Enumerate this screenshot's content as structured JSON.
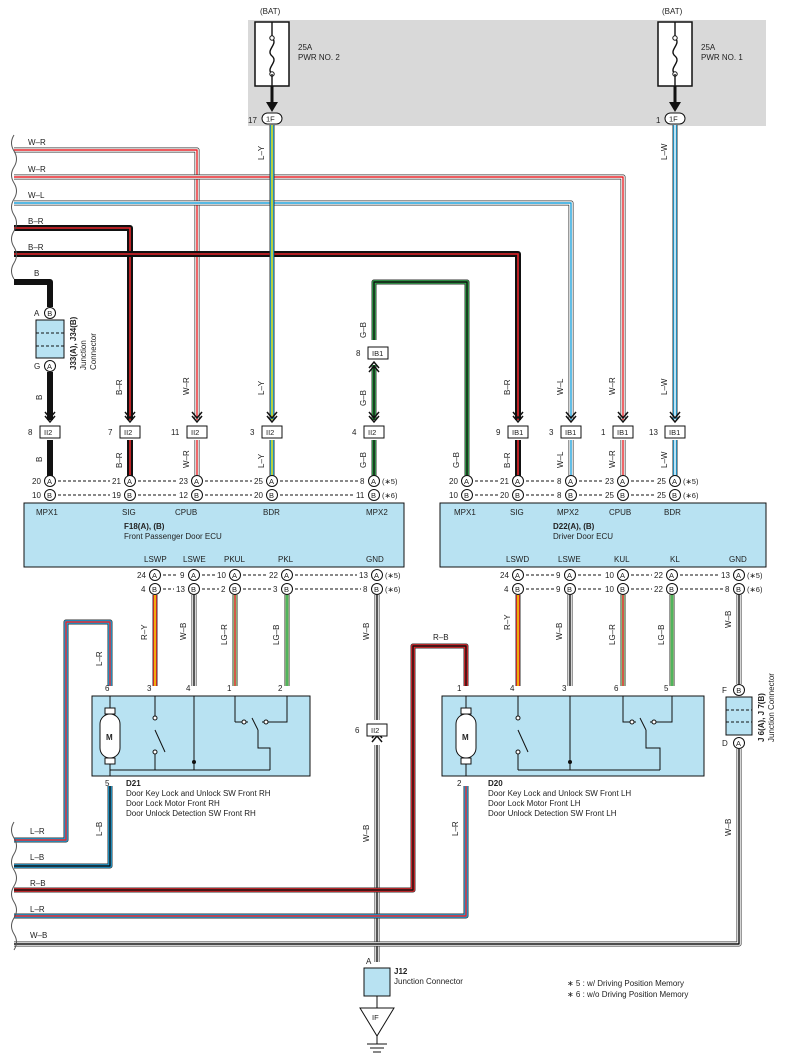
{
  "colors": {
    "panel": "#b8e2f2",
    "fuse_area": "#d9d9d9",
    "red": "#e8262b",
    "blue": "#1fa2dc",
    "yellow": "#f5e600",
    "green": "#2fa84a",
    "black": "#111111",
    "white_wire": "#ffffff"
  },
  "fuses": [
    {
      "id": "fuse-pwr2",
      "bat": "(BAT)",
      "amp": "25A",
      "name": "PWR NO. 2",
      "pin": "17",
      "conn": "1F"
    },
    {
      "id": "fuse-pwr1",
      "bat": "(BAT)",
      "amp": "25A",
      "name": "PWR NO. 1",
      "pin": "1",
      "conn": "1F"
    }
  ],
  "left_wires": [
    {
      "label": "W–R"
    },
    {
      "label": "W–R"
    },
    {
      "label": "W–L"
    },
    {
      "label": "B–R"
    },
    {
      "label": "B–R"
    },
    {
      "label": "B"
    }
  ],
  "junction_j33": {
    "title": "J33(A), J34(B)",
    "sub1": "Junction",
    "sub2": "Connector",
    "top_pin": "A",
    "top_conn": "B",
    "bot_pin": "G",
    "bot_conn": "A"
  },
  "ecu_left": {
    "title": "F18(A), (B)",
    "name": "Front Passenger Door ECU",
    "top_terms": [
      "MPX1",
      "SIG",
      "CPUB",
      "BDR",
      "MPX2"
    ],
    "bottom_terms": [
      "LSWP",
      "LSWE",
      "PKUL",
      "PKL",
      "GND"
    ]
  },
  "ecu_right": {
    "title": "D22(A), (B)",
    "name": "Driver Door ECU",
    "top_terms": [
      "MPX1",
      "SIG",
      "MPX2",
      "CPUB",
      "BDR"
    ],
    "bottom_terms": [
      "LSWD",
      "LSWE",
      "KUL",
      "KL",
      "GND"
    ]
  },
  "ii2_connectors": [
    {
      "pin": "8",
      "conn": "II2"
    },
    {
      "pin": "7",
      "conn": "II2"
    },
    {
      "pin": "11",
      "conn": "II2"
    },
    {
      "pin": "3",
      "conn": "II2"
    },
    {
      "pin": "4",
      "conn": "II2"
    }
  ],
  "ib1_connectors": [
    {
      "pin": "8",
      "conn": "IB1"
    },
    {
      "pin": "9",
      "conn": "IB1"
    },
    {
      "pin": "3",
      "conn": "IB1"
    },
    {
      "pin": "1",
      "conn": "IB1"
    },
    {
      "pin": "13",
      "conn": "IB1"
    }
  ],
  "wire_labels": {
    "ly": "L–Y",
    "lw": "L–W",
    "gb": "G–B",
    "br": "B–R",
    "wr": "W–R",
    "wl": "W–L",
    "b": "B",
    "ry": "R–Y",
    "wb": "W–B",
    "lgr": "LG–R",
    "lgb": "LG–B",
    "lr": "L–R",
    "lb": "L–B",
    "rb": "R–B"
  },
  "ecu_left_top_pins": [
    {
      "a": "20",
      "b": "21",
      "c": "23",
      "d": "25",
      "e": "8",
      "conn": "A",
      "mark": "(∗5)"
    },
    {
      "a": "10",
      "b": "19",
      "c": "12",
      "d": "20",
      "e": "11",
      "conn": "B",
      "mark": "(∗6)"
    }
  ],
  "ecu_right_top_pins": [
    {
      "a": "20",
      "b": "21",
      "c": "8",
      "d": "23",
      "e": "25",
      "conn": "A",
      "mark": "(∗5)"
    },
    {
      "a": "10",
      "b": "20",
      "c": "8",
      "d": "25",
      "e": "25",
      "conn": "B",
      "mark": "(∗6)"
    }
  ],
  "ecu_left_bot_pins": [
    {
      "a": "24",
      "b": "9",
      "c": "10",
      "d": "22",
      "e": "13",
      "conn": "A",
      "mark": "(∗5)"
    },
    {
      "a": "4",
      "b": "13",
      "c": "2",
      "d": "3",
      "e": "8",
      "conn": "B",
      "mark": "(∗6)"
    }
  ],
  "ecu_right_bot_pins": [
    {
      "a": "24",
      "b": "9",
      "c": "10",
      "d": "22",
      "e": "13",
      "conn": "A",
      "mark": "(∗5)"
    },
    {
      "a": "4",
      "b": "9",
      "c": "10",
      "d": "22",
      "e": "8",
      "conn": "B",
      "mark": "(∗6)"
    }
  ],
  "d21": {
    "code": "D21",
    "line1": "Door Key Lock and Unlock SW Front RH",
    "line2": "Door Lock Motor Front RH",
    "line3": "Door Unlock Detection SW Front RH",
    "pins": [
      "6",
      "3",
      "4",
      "1",
      "2",
      "5"
    ]
  },
  "d20": {
    "code": "D20",
    "line1": "Door Key Lock and Unlock SW Front LH",
    "line2": "Door Lock Motor Front LH",
    "line3": "Door Unlock Detection SW Front LH",
    "pins": [
      "1",
      "4",
      "3",
      "6",
      "5",
      "2"
    ]
  },
  "motor_label": "M",
  "ib1_mid": {
    "pin": "8",
    "conn": "IB1"
  },
  "ii2_mid": {
    "pin": "6",
    "conn": "II2"
  },
  "j6": {
    "title": "J 6(A), J 7(B)",
    "sub": "Junction Connector",
    "top_pin": "F",
    "top_conn": "B",
    "bot_pin": "D",
    "bot_conn": "A"
  },
  "j12": {
    "code": "J12",
    "name": "Junction Connector",
    "pin": "A"
  },
  "ground": {
    "conn": "IF"
  },
  "bottom_wires": [
    {
      "label": "L–R"
    },
    {
      "label": "L–B"
    },
    {
      "label": "R–B"
    },
    {
      "label": "L–R"
    },
    {
      "label": "W–B"
    }
  ],
  "notes": [
    "∗ 5 : w/ Driving Position Memory",
    "∗ 6 : w/o Driving Position Memory"
  ]
}
